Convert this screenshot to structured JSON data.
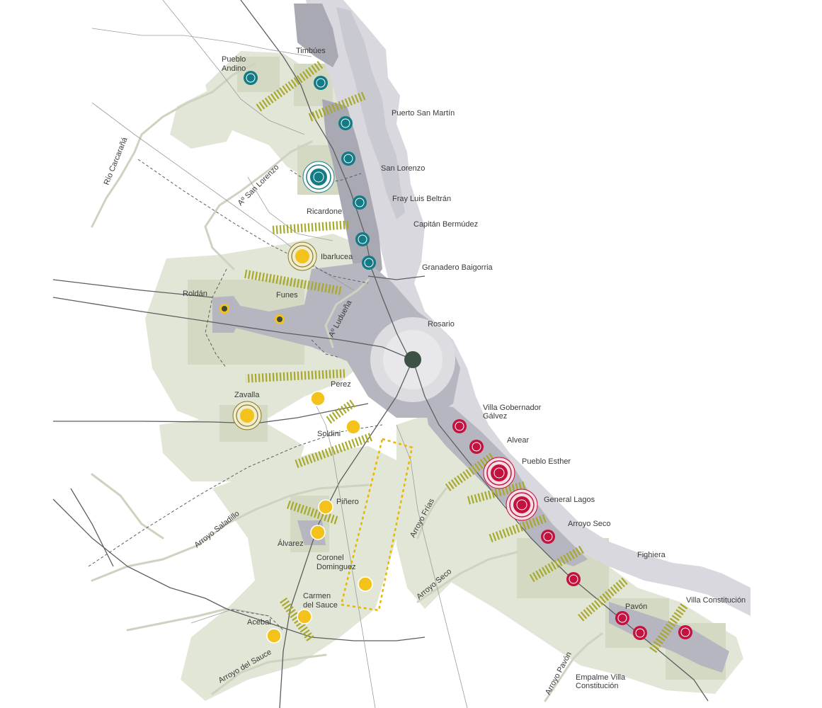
{
  "colors": {
    "background": "#ffffff",
    "land_zone": "#e2e6d6",
    "land_zone_dark": "#d3d9c3",
    "urban": "#a9a9b4",
    "urban_light": "#c6c6cf",
    "river": "#d8d8de",
    "rosario_halo": "#dedee3",
    "rosario_center": "#3d5245",
    "north_node": "#137b86",
    "west_node": "#f3c21b",
    "west_node_dark": "#3d4a3f",
    "south_node": "#c3123f",
    "hatch": "#a7a82a",
    "dashed_frame": "#e6b800",
    "road": "#5b5f5f",
    "stream": "#cdd3c1"
  },
  "cities": {
    "pueblo_andino": [
      "Pueblo",
      "Andino"
    ],
    "timbues": "Timbúes",
    "puerto_san_martin": "Puerto San Martín",
    "san_lorenzo": "San Lorenzo",
    "fray_luis_beltran": "Fray Luis Beltrán",
    "capitan_bermudez": "Capitán Bermúdez",
    "ricardone": "Ricardone",
    "ibarlucea": "Ibarlucea",
    "granadero_baigorria": "Granadero Baigorria",
    "roldan": "Roldán",
    "funes": "Funes",
    "rosario": "Rosario",
    "perez": "Perez",
    "zavalla": "Zavalla",
    "soldini": "Soldini",
    "villa_gobernador_galvez": [
      "Villa Gobernador",
      "Gálvez"
    ],
    "alvear": "Alvear",
    "pueblo_esther": "Pueblo Esther",
    "general_lagos": "General Lagos",
    "pinero": "Piñero",
    "arroyo_seco_town": "Arroyo Seco",
    "alvarez": "Álvarez",
    "fighiera": "Fighiera",
    "coronel_dominguez": [
      "Coronel",
      "Dominguez"
    ],
    "carmen_del_sauce": [
      "Carmen",
      "del Sauce"
    ],
    "acebal": "Acebal",
    "pavon": "Pavón",
    "villa_constitucion": "Villa Constitución",
    "empalme_villa_constitucion": [
      "Empalme Villa",
      "Constitución"
    ]
  },
  "waterways": {
    "rio_carcarana": "Río Carcarañá",
    "a_san_lorenzo": "Aº San Lorenzo",
    "a_luduena": "Aº Ludueña",
    "arroyo_saladillo": "Arroyo Saladillo",
    "arroyo_frias": "Arroyo Frías",
    "arroyo_seco": "Arroyo Seco",
    "arroyo_del_sauce": "Arroyo del Sauce",
    "arroyo_pavon": "Arroyo Pavón"
  }
}
